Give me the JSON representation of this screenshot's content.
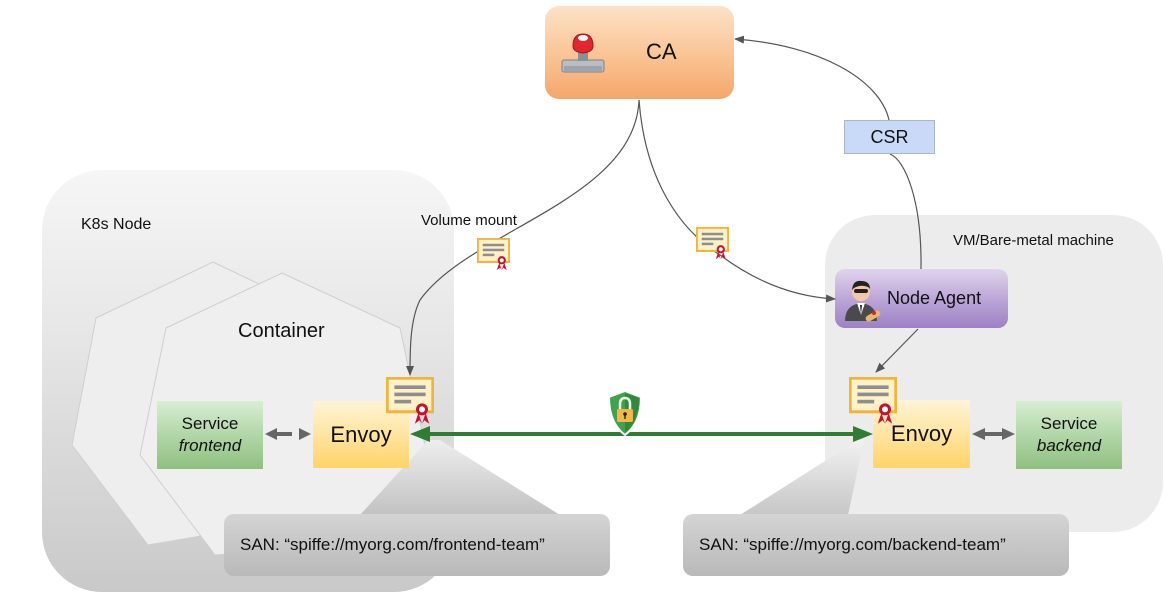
{
  "diagram": {
    "title": "Istio mutual TLS identity provisioning",
    "ca": {
      "label": "CA",
      "icon": "rubber-stamp-icon"
    },
    "csr": {
      "label": "CSR"
    },
    "k8s_node": {
      "label": "K8s Node",
      "container_label": "Container",
      "volume_mount_label": "Volume mount",
      "service": {
        "line1": "Service",
        "line2": "frontend"
      },
      "envoy": {
        "label": "Envoy"
      },
      "san": {
        "text": "SAN: “spiffe://myorg.com/frontend-team”"
      }
    },
    "vm_node": {
      "label": "VM/Bare-metal machine",
      "node_agent": {
        "label": "Node Agent",
        "icon": "agent-person-icon"
      },
      "service": {
        "line1": "Service",
        "line2": "backend"
      },
      "envoy": {
        "label": "Envoy"
      },
      "san": {
        "text": "SAN: “spiffe://myorg.com/backend-team”"
      }
    },
    "mtls_link": {
      "icon": "shield-lock-icon",
      "color": "#2e7d32"
    },
    "colors": {
      "ca": "#f9c08e",
      "csr": "#c9daf8",
      "node_agent": "#b9a3d6",
      "envoy": "#ffe39b",
      "service": "#aed4a4",
      "san_callout": "#c4c4c4",
      "arrow": "#555555",
      "mtls_arrow": "#2e7d32"
    }
  }
}
